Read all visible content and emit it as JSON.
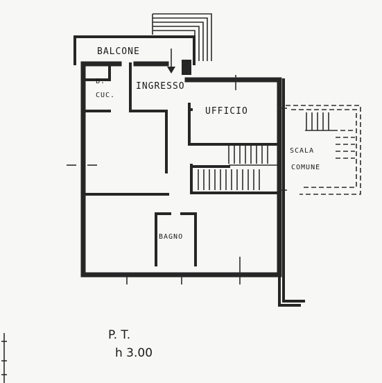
{
  "plan": {
    "rooms": {
      "balcone": "BALCONE",
      "cucina_1": "B.",
      "cucina_2": "CUC.",
      "ingresso": "INGRESSO",
      "ufficio": "UFFICIO",
      "scala_1": "SCALA",
      "scala_2": "COMUNE",
      "bagno": "BAGNO"
    },
    "caption": {
      "floor": "P. T.",
      "height": "h 3.00"
    }
  }
}
